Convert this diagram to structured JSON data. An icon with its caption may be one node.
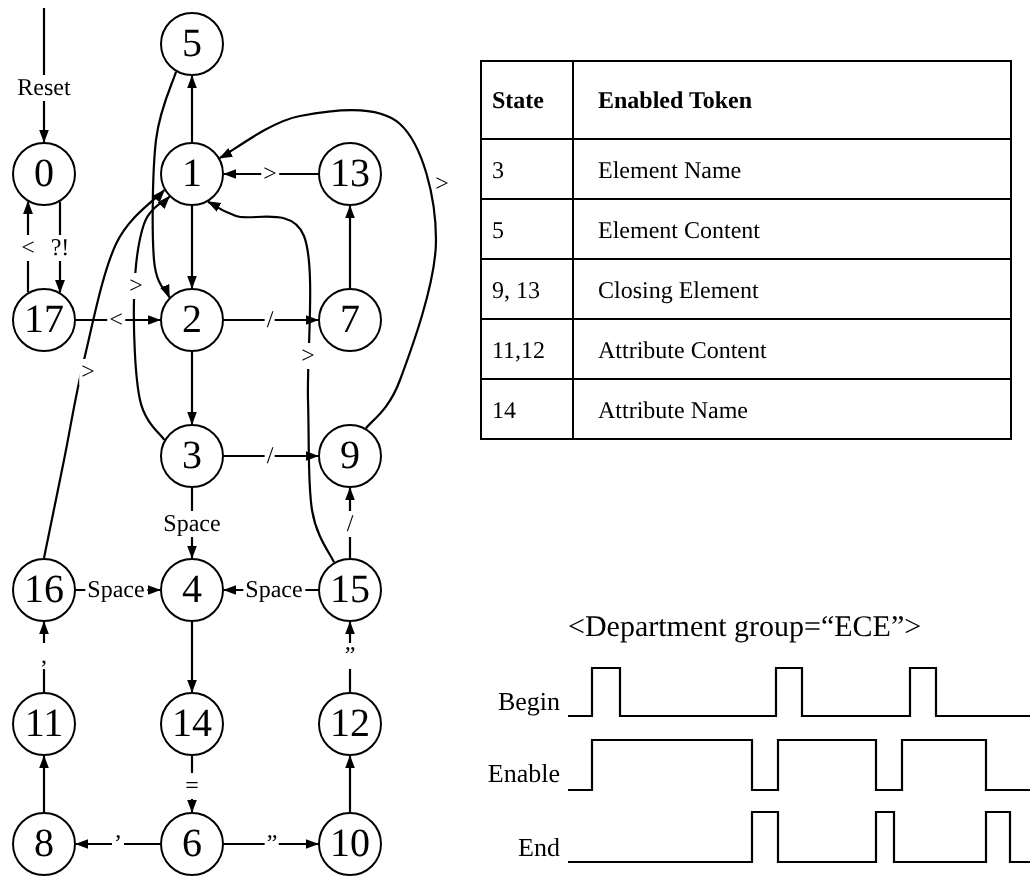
{
  "diagram": {
    "nodes": [
      {
        "text": [
          "5"
        ]
      },
      {
        "text": [
          "0"
        ]
      },
      {
        "text": [
          "1"
        ]
      },
      {
        "text": [
          "13"
        ]
      },
      {
        "text": [
          "17"
        ]
      },
      {
        "text": [
          "2"
        ]
      },
      {
        "text": [
          "7"
        ]
      },
      {
        "text": [
          "3"
        ]
      },
      {
        "text": [
          "9"
        ]
      },
      {
        "text": [
          "16"
        ]
      },
      {
        "text": [
          "4"
        ]
      },
      {
        "text": [
          "15"
        ]
      },
      {
        "text": [
          "11"
        ]
      },
      {
        "text": [
          "14"
        ]
      },
      {
        "text": [
          "12"
        ]
      },
      {
        "text": [
          "8"
        ]
      },
      {
        "text": [
          "6"
        ]
      },
      {
        "text": [
          "10"
        ]
      }
    ],
    "edges": [
      {
        "from": null,
        "to": 1,
        "arrow": "to",
        "label": "Reset"
      },
      {
        "from": 1,
        "to": 4,
        "arrow": "to",
        "label": "?!"
      },
      {
        "from": 4,
        "to": 1,
        "arrow": "to",
        "label": "<"
      },
      {
        "from": 2,
        "to": 0,
        "arrow": "to"
      },
      {
        "from": 0,
        "to": 5,
        "arrow": "to"
      },
      {
        "from": 2,
        "to": 5,
        "arrow": "to"
      },
      {
        "from": 3,
        "to": 2,
        "arrow": "to",
        "label": ">"
      },
      {
        "from": 6,
        "to": 3,
        "arrow": "to"
      },
      {
        "from": 5,
        "to": 6,
        "arrow": "to",
        "label": "/"
      },
      {
        "from": 4,
        "to": 5,
        "arrow": "to",
        "label": "<"
      },
      {
        "from": 5,
        "to": 7,
        "arrow": "to"
      },
      {
        "from": 7,
        "to": 8,
        "arrow": "to",
        "label": "/"
      },
      {
        "from": 7,
        "to": 2,
        "arrow": "to",
        "label": ">"
      },
      {
        "from": 9,
        "to": 2,
        "arrow": "to",
        "label": ">"
      },
      {
        "from": 11,
        "to": 2,
        "arrow": "to",
        "label": ">"
      },
      {
        "from": 8,
        "to": 2,
        "arrow": "to",
        "label": ">"
      },
      {
        "from": 7,
        "to": 10,
        "arrow": "to",
        "label": "Space"
      },
      {
        "from": 11,
        "to": 8,
        "arrow": "to",
        "label": "/"
      },
      {
        "from": 9,
        "to": 10,
        "arrow": "to",
        "label": "Space"
      },
      {
        "from": 11,
        "to": 10,
        "arrow": "to",
        "label": "Space"
      },
      {
        "from": 10,
        "to": 13,
        "arrow": "to"
      },
      {
        "from": 13,
        "to": 16,
        "arrow": "to",
        "label": "="
      },
      {
        "from": 16,
        "to": 15,
        "arrow": "to",
        "label": "’"
      },
      {
        "from": 16,
        "to": 17,
        "arrow": "to",
        "label": "”"
      },
      {
        "from": 15,
        "to": 12,
        "arrow": "to"
      },
      {
        "from": 17,
        "to": 14,
        "arrow": "to"
      },
      {
        "from": 12,
        "to": 9,
        "arrow": "to",
        "label": ","
      },
      {
        "from": 14,
        "to": 11,
        "arrow": "to",
        "label": "”"
      }
    ],
    "labels": [
      "State",
      "Enabled Token",
      "3",
      "Element Name",
      "5",
      "Element Content",
      "9, 13",
      "Closing Element",
      "11,12",
      "Attribute Content",
      "14",
      "Attribute Name",
      "<Department group=“ECE”>",
      "Begin",
      "Enable",
      "End"
    ]
  }
}
